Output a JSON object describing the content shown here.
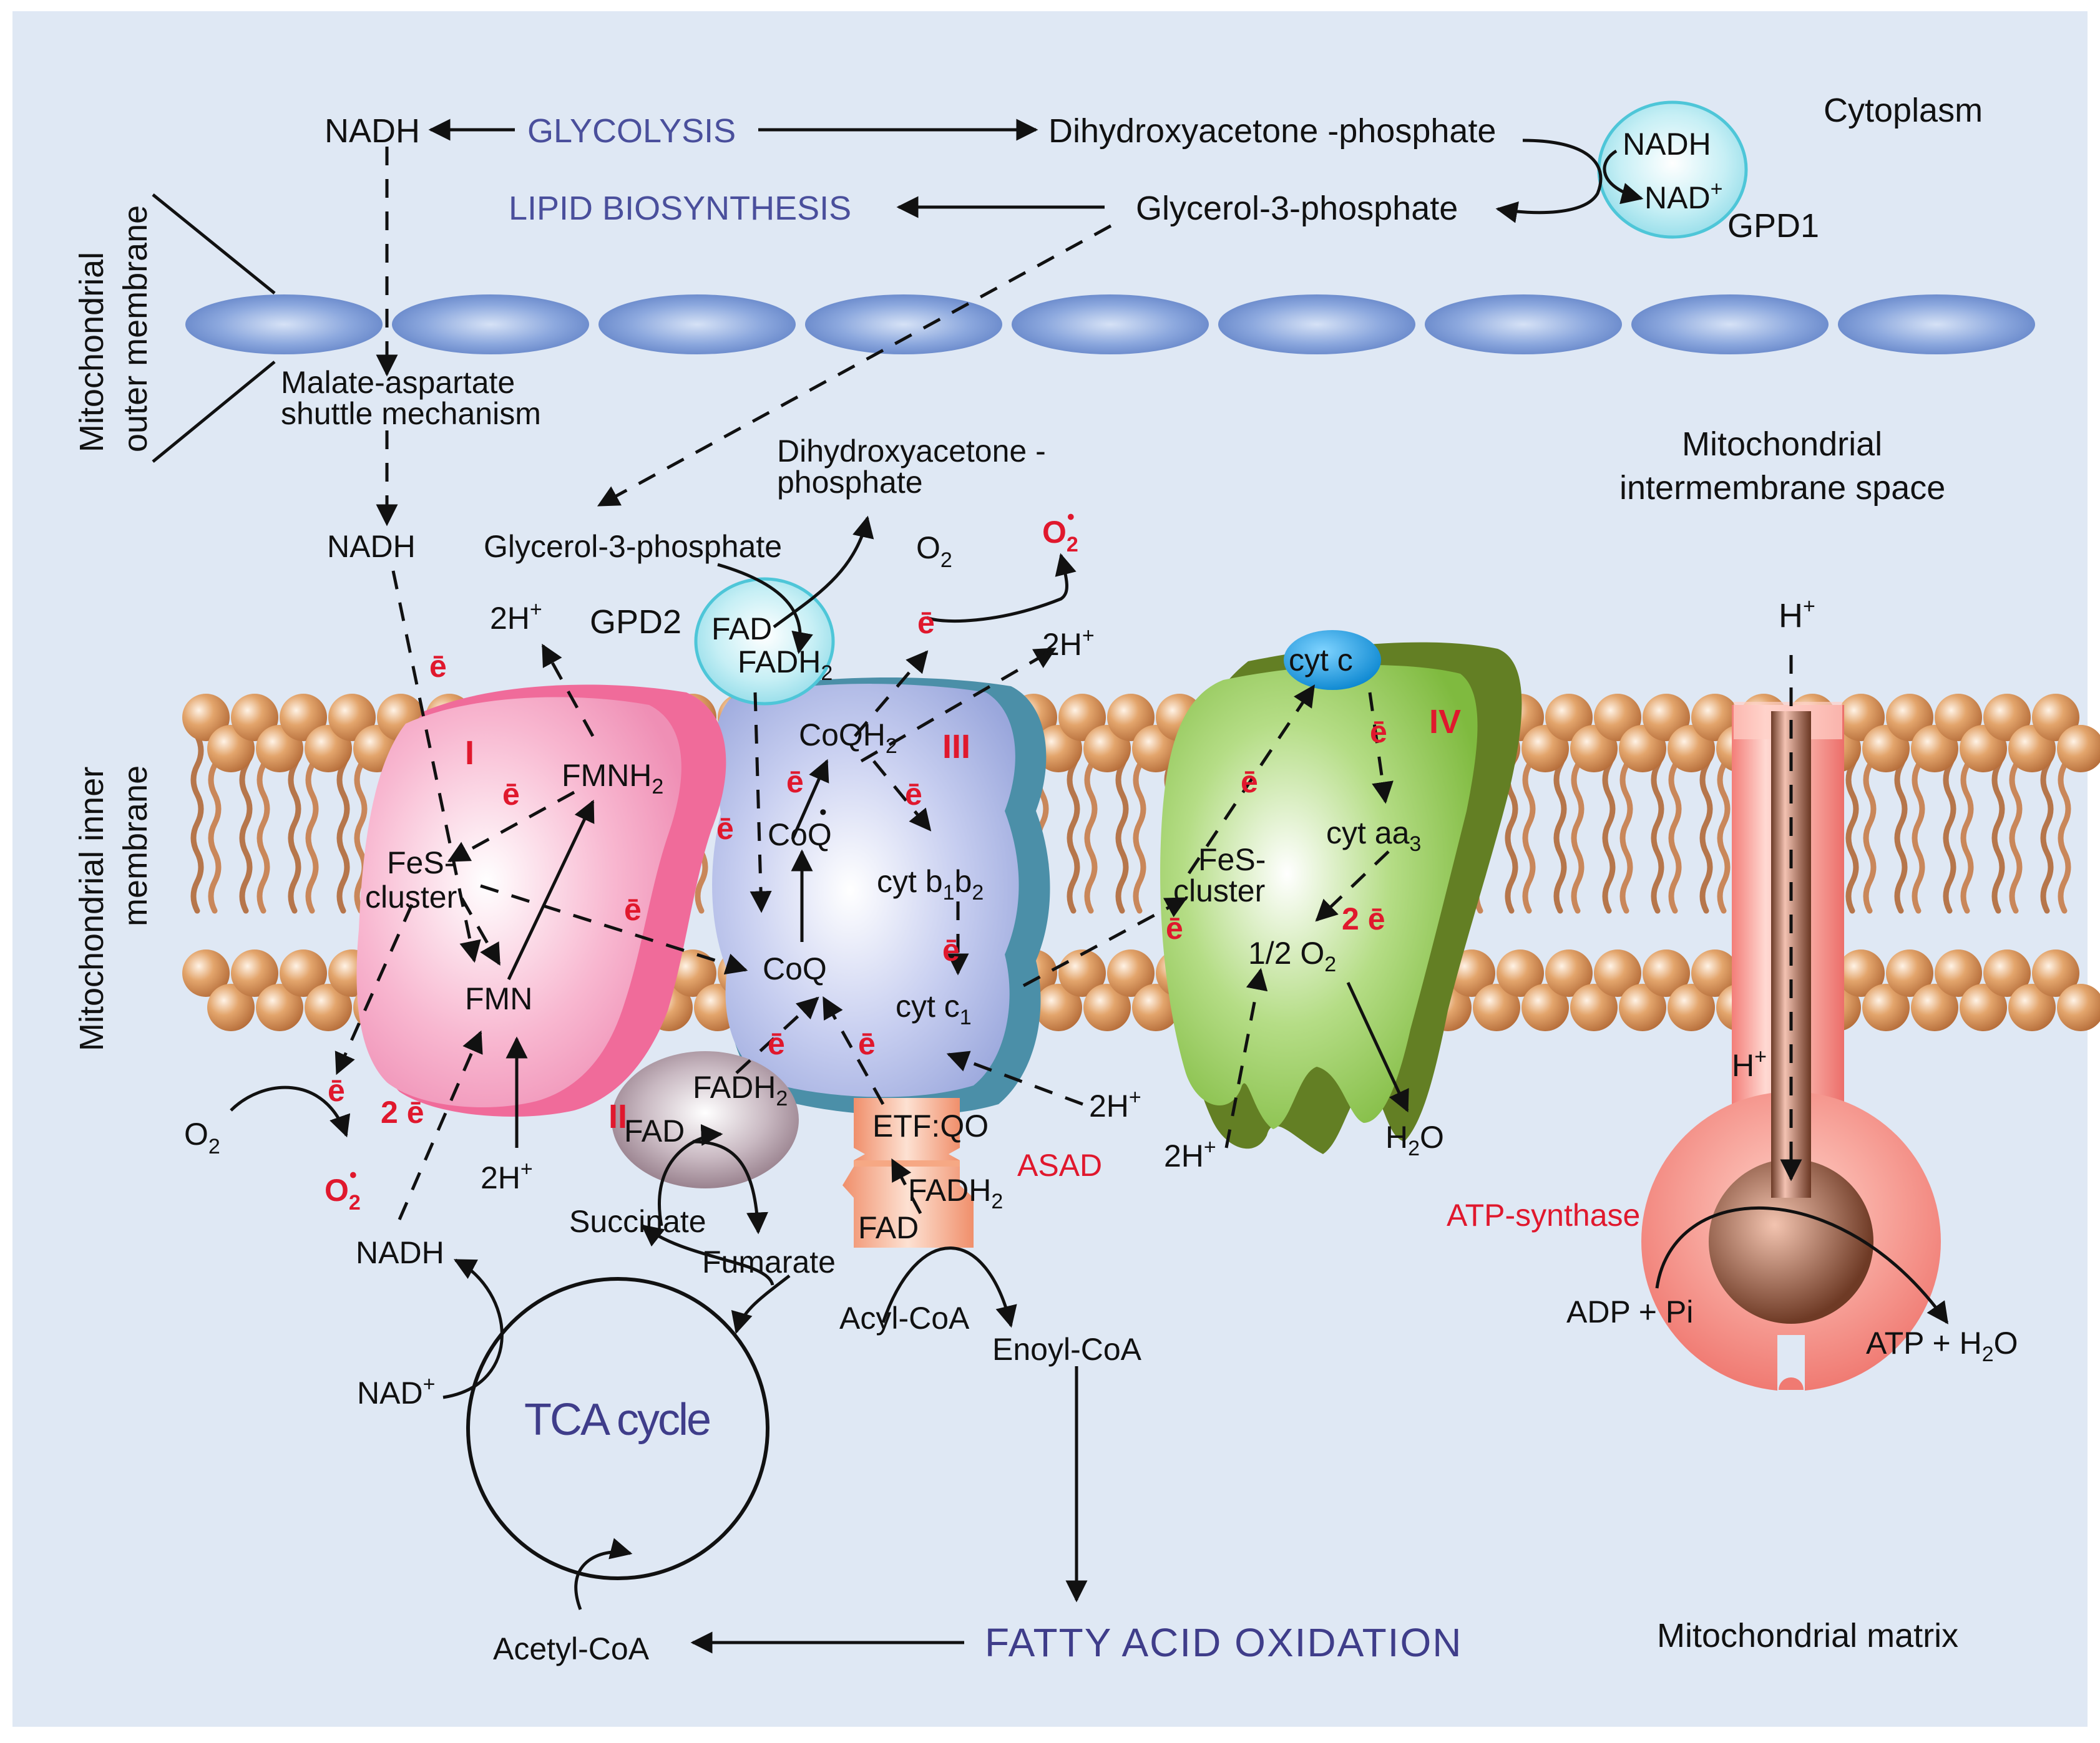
{
  "regions": {
    "cytoplasm": "Cytoplasm",
    "outer_membrane": "Mitochondrial outer membrane",
    "inner_membrane": "Mitochondrial inner membrane",
    "intermembrane_space": "Mitochondrial intermembrane space",
    "matrix": "Mitochondrial matrix"
  },
  "cytoplasm_labels": {
    "nadh": "NADH",
    "glycolysis": "GLYCOLYSIS",
    "dhap": "Dihydroxyacetone -phosphate",
    "lipid": "LIPID BIOSYNTHESIS",
    "g3p": "Glycerol-3-phosphate",
    "gpd1_nadh": "NADH",
    "gpd1_nad": "NAD",
    "gpd1_nad_sup": "+",
    "gpd1": "GPD1"
  },
  "shuttle": {
    "line1": "Malate-aspartate",
    "line2": "shuttle mechanism",
    "nadh": "NADH"
  },
  "ims_labels": {
    "g3p": "Glycerol-3-phosphate",
    "dhap_1": "Dihydroxyacetone -",
    "dhap_2": "phosphate",
    "gpd2": "GPD2",
    "fad": "FAD",
    "fadh": "FADH",
    "fadh_sub": "2",
    "o2": "O",
    "o2_sub": "2",
    "superoxide": "O",
    "superoxide_sub": "2",
    "superoxide_sup": "•",
    "h_2_left": "2H",
    "h_2_left_sup": "+",
    "h_2_right": "2H",
    "h_2_right_sup": "+"
  },
  "complex_I": {
    "numeral": "I",
    "fmnh": "FMNH",
    "fmnh_sub": "2",
    "fes_1": "FeS-",
    "fes_2": "cluster",
    "fmn": "FMN"
  },
  "complex_III": {
    "numeral": "III",
    "coqh": "CoQH",
    "coqh_sub": "2",
    "coq_rad": "CoQ",
    "coq_rad_sup": "•",
    "coq": "CoQ",
    "cytb": "cyt b",
    "cytb_sub1": "1",
    "cytb_b": "b",
    "cytb_sub2": "2",
    "cytc1": "cyt c",
    "cytc1_sub": "1"
  },
  "complex_IV": {
    "numeral": "IV",
    "cytc": "cyt c",
    "fes_1": "FeS-",
    "fes_2": "cluster",
    "cytaa": "cyt aa",
    "cytaa_sub": "3",
    "half_o2": "1/2 O",
    "half_o2_sub": "2",
    "two_e": "2 ē",
    "water": "H",
    "water_sub": "2",
    "water_o": "O",
    "h_2": "2H",
    "h_2_sup": "+"
  },
  "complex_II": {
    "numeral": "II",
    "fadh": "FADH",
    "fadh_sub": "2",
    "fad": "FAD",
    "succinate": "Succinate",
    "fumarate": "Fumarate"
  },
  "etf": {
    "etfqo": "ETF:QO",
    "asad": "ASAD",
    "fadh": "FADH",
    "fadh_sub": "2",
    "fad": "FAD",
    "acyl": "Acyl-CoA",
    "enoyl": "Enoyl-CoA"
  },
  "matrix_labels": {
    "o2": "O",
    "o2_sub": "2",
    "superoxide": "O",
    "superoxide_sub": "2",
    "superoxide_sup": "•",
    "two_e": "2 ē",
    "h_2": "2H",
    "h_2_sup": "+",
    "nadh": "NADH",
    "nad": "NAD",
    "nad_sup": "+",
    "tca": "TCA cycle",
    "acetyl": "Acetyl-CoA",
    "fao": "FATTY ACID OXIDATION",
    "h_2_iii": "2H",
    "h_2_iii_sup": "+"
  },
  "atp_synthase": {
    "label": "ATP-synthase",
    "h_top": "H",
    "h_top_sup": "+",
    "h_mid": "H",
    "h_mid_sup": "+",
    "adp": "ADP + Pi",
    "atp": "ATP + H",
    "atp_sub": "2",
    "atp_o": "O"
  },
  "electron": "ē",
  "colors": {
    "background": "#dfe8f4",
    "complex_I": "#f4a3c3",
    "complex_III": "#b5bfe7",
    "complex_III_edge": "#4b8fa8",
    "complex_IV": "#8ac54b",
    "complex_IV_edge": "#5e7a21",
    "complex_II": "#a48f9a",
    "etf": "#f2a078",
    "atp_synthase": "#f68b85",
    "lipid_head": "#d99a63",
    "outer_membrane": "#7c9ad6",
    "cyt_c": "#1aa0e6",
    "gpd_circle": "#9fe2ee",
    "electron_red": "#e0182d",
    "pathway_blue": "#4a4f9c"
  }
}
